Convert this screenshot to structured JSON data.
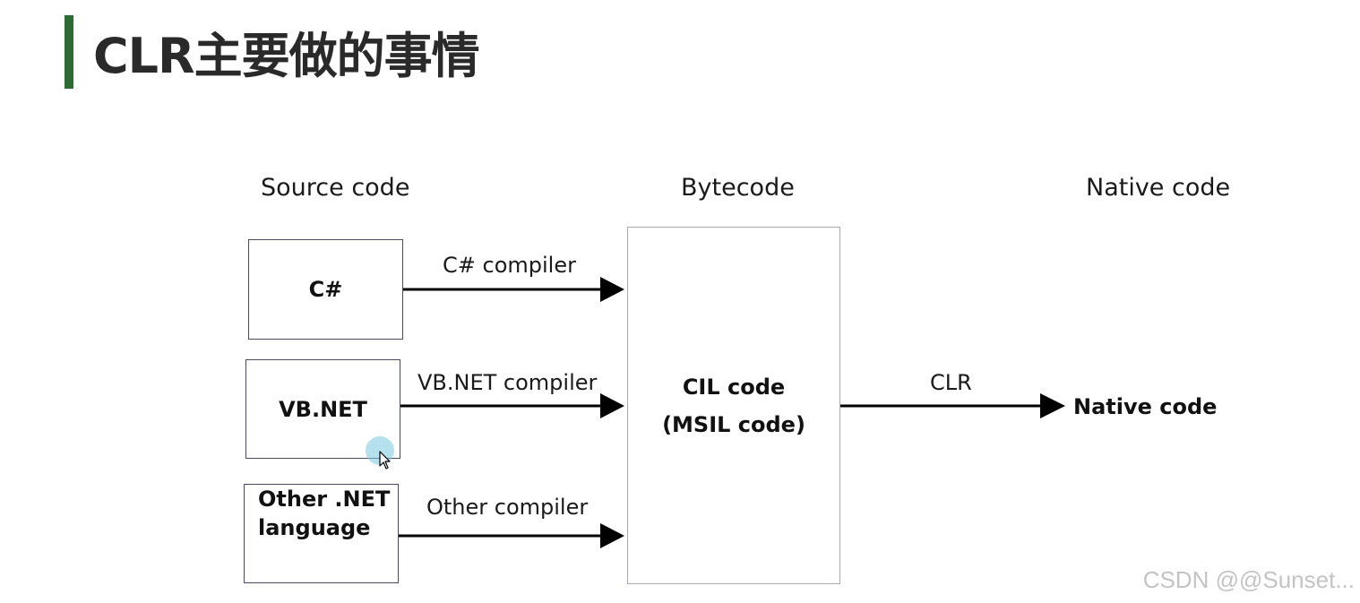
{
  "title": "CLR主要做的事情",
  "columns": {
    "source": "Source code",
    "bytecode": "Bytecode",
    "native": "Native code"
  },
  "sources": [
    {
      "label_lines": [
        "C#"
      ],
      "compiler": "C# compiler"
    },
    {
      "label_lines": [
        "VB.NET"
      ],
      "compiler": "VB.NET compiler"
    },
    {
      "label_lines": [
        "Other .NET",
        "language"
      ],
      "compiler": "Other compiler"
    }
  ],
  "cil": {
    "line1": "CIL code",
    "line2": "(MSIL code)"
  },
  "clr_edge": "CLR",
  "native_output": "Native code",
  "watermark": "CSDN @@Sunset...",
  "colors": {
    "title_bar": "#2e6b34",
    "box_border": "#4a4a5e",
    "cil_border": "#a8a8b8"
  },
  "icons": {
    "cursor": "mouse-pointer-icon"
  }
}
